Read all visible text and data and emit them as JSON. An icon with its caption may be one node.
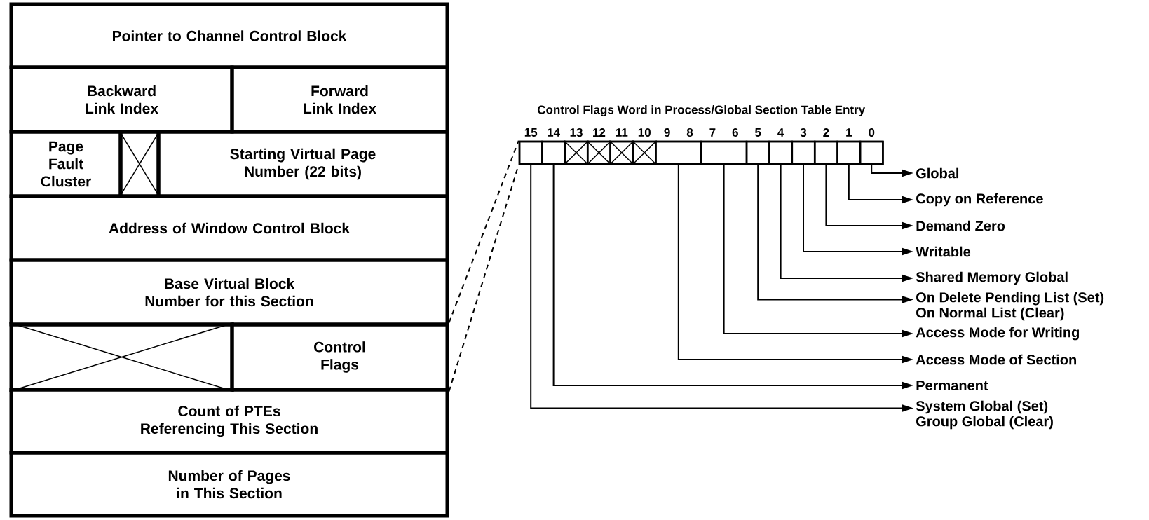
{
  "diagram": {
    "nodes": [
      {
        "text": [
          "Pointer to Channel Control Block"
        ]
      },
      {
        "text": [
          "Backward Link Index"
        ]
      },
      {
        "text": [
          "Forward Link Index"
        ]
      },
      {
        "text": [
          "Page Fault Cluster"
        ]
      },
      {
        "text": [],
        "shape": "box"
      },
      {
        "text": [
          "Starting Virtual Page Number (22 bits)"
        ]
      },
      {
        "text": [
          "Address of Window Control Block"
        ]
      },
      {
        "text": [
          "Base Virtual Block Number for this Section"
        ]
      },
      {
        "text": [],
        "shape": "box"
      },
      {
        "text": [
          "Control Flags"
        ]
      },
      {
        "text": [
          "Count of PTEs Referencing This Section"
        ]
      },
      {
        "text": [
          "Number of Pages in This Section"
        ]
      },
      {
        "text": [
          "Control Flags Word in Process/Global Section Table Entry"
        ]
      },
      {
        "text": [],
        "shape": "box",
        "in": 12
      },
      {
        "text": [],
        "shape": "box",
        "in": 12
      },
      {
        "text": [],
        "shape": "box",
        "in": 12
      },
      {
        "text": [],
        "shape": "box",
        "in": 12
      },
      {
        "text": [],
        "shape": "box",
        "in": 12
      },
      {
        "text": [],
        "shape": "box",
        "in": 12
      },
      {
        "text": [],
        "shape": "box",
        "in": 12
      },
      {
        "text": [],
        "shape": "box",
        "in": 12
      },
      {
        "text": [],
        "shape": "box",
        "in": 12
      },
      {
        "text": [],
        "shape": "box",
        "in": 12
      },
      {
        "text": [],
        "shape": "box",
        "in": 12
      },
      {
        "text": [],
        "shape": "box",
        "in": 12
      },
      {
        "text": [],
        "shape": "box",
        "in": 12
      },
      {
        "text": [],
        "shape": "box",
        "in": 12
      },
      {
        "text": [
          "Global"
        ]
      },
      {
        "text": [
          "Copy on Reference"
        ]
      },
      {
        "text": [
          "Demand Zero"
        ]
      },
      {
        "text": [
          "Writable"
        ]
      },
      {
        "text": [
          "Shared Memory Global"
        ]
      },
      {
        "text": [
          "On Delete Pending List (Set)",
          "On Normal List (Clear)"
        ]
      },
      {
        "text": [
          "Access Mode for Writing"
        ]
      },
      {
        "text": [
          "Access Mode of Section"
        ]
      },
      {
        "text": [
          "Permanent"
        ]
      },
      {
        "text": [
          "System Global (Set)",
          "Group Global (Clear)"
        ]
      }
    ],
    "edges": [
      {
        "from": 9,
        "to": 12,
        "arrow": "none",
        "style": "dashed"
      },
      {
        "from": 9,
        "to": 12,
        "arrow": "none",
        "style": "dashed"
      },
      {
        "from": 26,
        "to": 27,
        "arrow": "to"
      },
      {
        "from": 25,
        "to": 28,
        "arrow": "to"
      },
      {
        "from": 24,
        "to": 29,
        "arrow": "to"
      },
      {
        "from": 23,
        "to": 30,
        "arrow": "to"
      },
      {
        "from": 22,
        "to": 31,
        "arrow": "to"
      },
      {
        "from": 21,
        "to": 32,
        "arrow": "to"
      },
      {
        "from": 20,
        "to": 33,
        "arrow": "to"
      },
      {
        "from": 19,
        "to": 34,
        "arrow": "to"
      },
      {
        "from": 14,
        "to": 35,
        "arrow": "to"
      },
      {
        "from": 13,
        "to": 36,
        "arrow": "to"
      }
    ],
    "labels": [
      "15",
      "14",
      "13",
      "12",
      "11",
      "10",
      "9",
      "8",
      "7",
      "6",
      "5",
      "4",
      "3",
      "2",
      "1",
      "0"
    ]
  }
}
